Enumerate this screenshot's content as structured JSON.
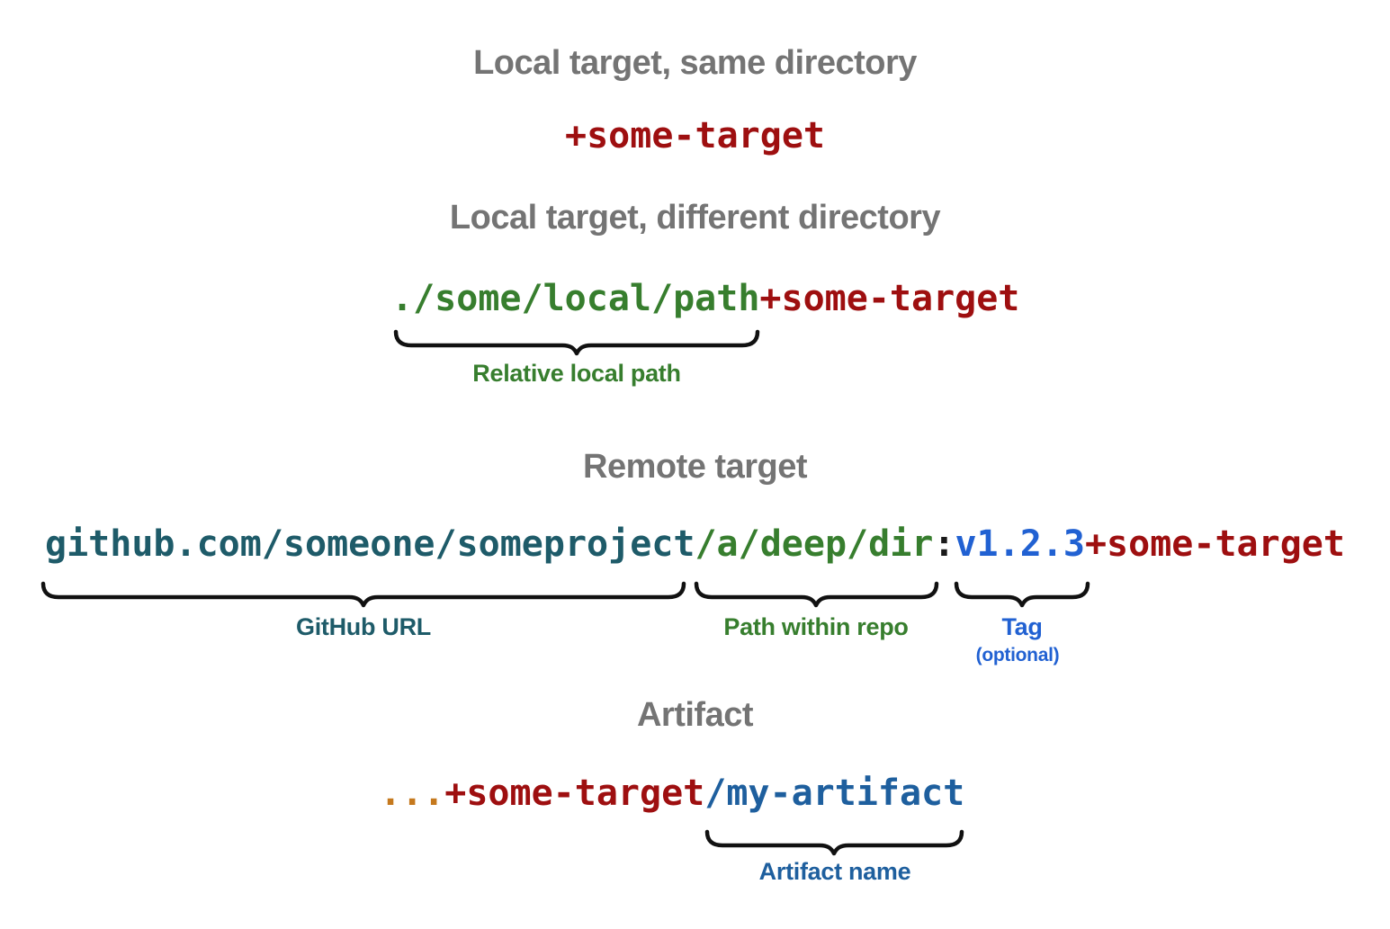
{
  "colors": {
    "heading_gray": "#747474",
    "target_red": "#9e0f10",
    "path_green": "#377e2e",
    "github_teal": "#1e5b69",
    "tag_blue": "#2161d2",
    "artifact_steelblue": "#1e5f9e",
    "ellipsis_orange": "#c5791e",
    "colon_black": "#1a1a1a",
    "brace": "#111111"
  },
  "sections": [
    {
      "heading": "Local target, same directory",
      "code": [
        {
          "text": "+some-target",
          "color": "target_red"
        }
      ],
      "annotations": []
    },
    {
      "heading": "Local target, different directory",
      "code": [
        {
          "text": "./some/local/path",
          "color": "path_green"
        },
        {
          "text": "+some-target",
          "color": "target_red"
        }
      ],
      "annotations": [
        {
          "label": "Relative local path",
          "color": "path_green"
        }
      ]
    },
    {
      "heading": "Remote target",
      "code": [
        {
          "text": "github.com/someone/someproject",
          "color": "github_teal"
        },
        {
          "text": "/a/deep/dir",
          "color": "path_green"
        },
        {
          "text": ":",
          "color": "colon_black"
        },
        {
          "text": "v1.2.3",
          "color": "tag_blue"
        },
        {
          "text": "+some-target",
          "color": "target_red"
        }
      ],
      "annotations": [
        {
          "label": "GitHub URL",
          "color": "github_teal"
        },
        {
          "label": "Path within repo",
          "color": "path_green"
        },
        {
          "label": "Tag",
          "sublabel": "(optional)",
          "color": "tag_blue"
        }
      ]
    },
    {
      "heading": "Artifact",
      "code": [
        {
          "text": "...",
          "color": "ellipsis_orange"
        },
        {
          "text": "+some-target",
          "color": "target_red"
        },
        {
          "text": "/my-artifact",
          "color": "artifact_steelblue"
        }
      ],
      "annotations": [
        {
          "label": "Artifact name",
          "color": "artifact_steelblue"
        }
      ]
    }
  ]
}
